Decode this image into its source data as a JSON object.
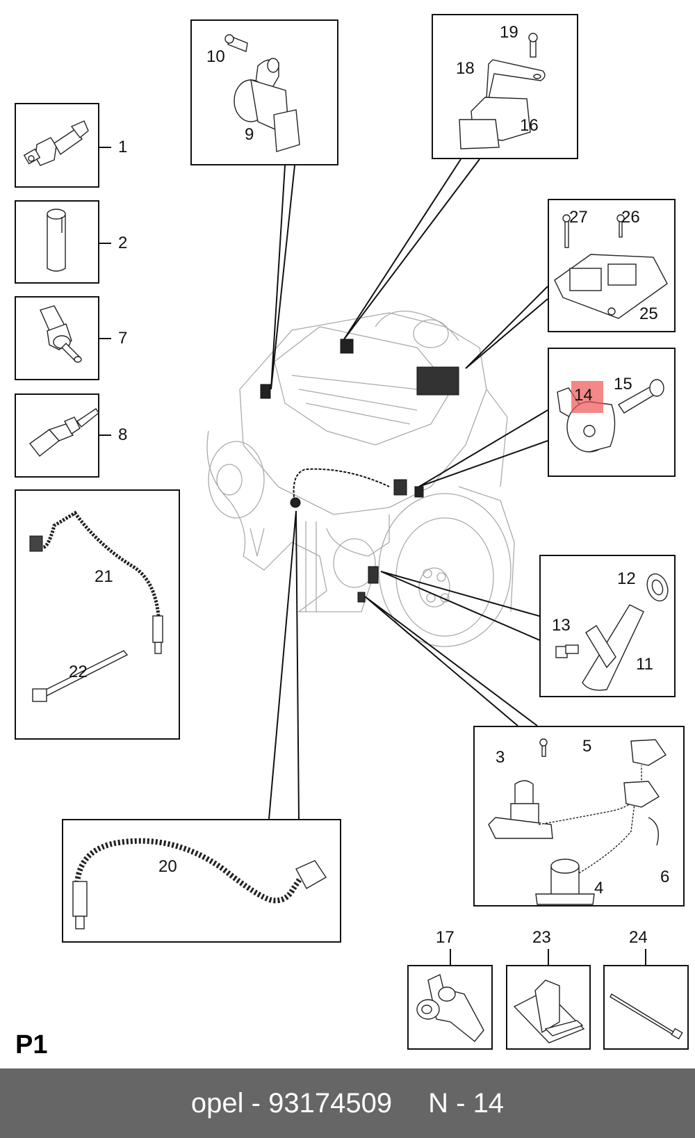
{
  "diagram": {
    "page_label": "P1",
    "highlight_color": "#f05a5a",
    "callouts": [
      {
        "id": "1",
        "part": "sensor"
      },
      {
        "id": "2",
        "part": "sleeve"
      },
      {
        "id": "3",
        "part": "sensor-with-harness"
      },
      {
        "id": "4",
        "part": "sensor-with-harness"
      },
      {
        "id": "5",
        "part": "bolt"
      },
      {
        "id": "6",
        "part": "clip"
      },
      {
        "id": "7",
        "part": "temperature-sensor"
      },
      {
        "id": "8",
        "part": "temperature-sensor"
      },
      {
        "id": "9",
        "part": "camshaft-sensor"
      },
      {
        "id": "10",
        "part": "bolt"
      },
      {
        "id": "11",
        "part": "crankshaft-sensor"
      },
      {
        "id": "12",
        "part": "seal-ring"
      },
      {
        "id": "13",
        "part": "bolt"
      },
      {
        "id": "14",
        "part": "knock-sensor",
        "highlighted": true
      },
      {
        "id": "15",
        "part": "bolt"
      },
      {
        "id": "16",
        "part": "map-sensor"
      },
      {
        "id": "17",
        "part": "connector-bracket"
      },
      {
        "id": "18",
        "part": "bracket"
      },
      {
        "id": "19",
        "part": "bolt"
      },
      {
        "id": "20",
        "part": "oxygen-sensor"
      },
      {
        "id": "21",
        "part": "oxygen-sensor"
      },
      {
        "id": "22",
        "part": "cable-tie"
      },
      {
        "id": "23",
        "part": "clip"
      },
      {
        "id": "24",
        "part": "cable-tie"
      },
      {
        "id": "25",
        "part": "control-module"
      },
      {
        "id": "26",
        "part": "screw"
      },
      {
        "id": "27",
        "part": "screw"
      }
    ]
  },
  "footer": {
    "brand": "opel",
    "dash": "-",
    "part_number": "93174509",
    "position_prefix": "N",
    "position_number": "14"
  }
}
